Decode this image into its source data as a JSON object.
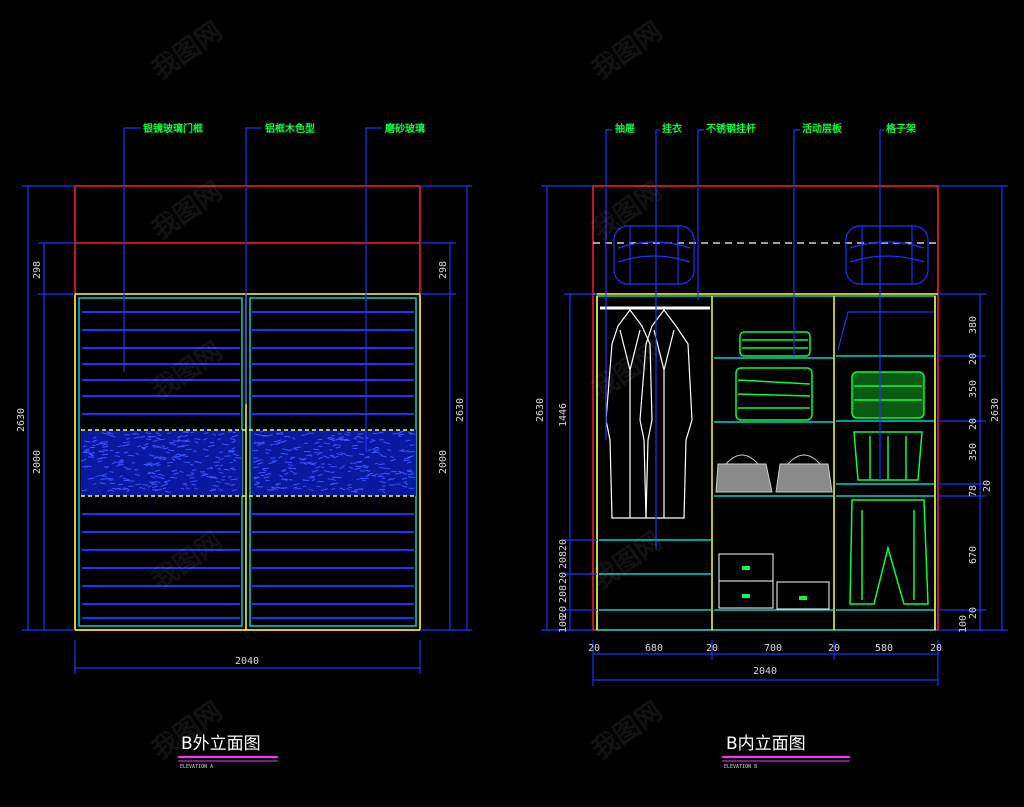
{
  "drawings": {
    "left": {
      "title": "B外立面图",
      "subtitle": "ELEVATION A",
      "callouts": [
        "银镜玻璃门框",
        "铝框木色型",
        "磨砂玻璃"
      ],
      "dims": {
        "overall_h": "2630",
        "top_h_left": "298",
        "door_h_left": "2000",
        "top_h_right": "298",
        "door_h_right": "2000",
        "overall_h_right": "2630",
        "width": "2040"
      }
    },
    "right": {
      "title": "B内立面图",
      "subtitle": "ELEVATION B",
      "callouts": [
        "抽屉",
        "挂衣",
        "不锈钢挂杆",
        "活动层板",
        "格子架"
      ],
      "dims": {
        "overall_h": "2630",
        "hang_h": "1446",
        "d1": "20",
        "d2": "208",
        "d3": "20",
        "d4": "208",
        "d5": "20",
        "d6": "100",
        "r1": "380",
        "r2": "20",
        "r3": "350",
        "r4": "20",
        "r5": "350",
        "r6": "78",
        "r7": "20",
        "r8": "670",
        "r9": "20",
        "r10": "100",
        "r_overall": "2630",
        "w1": "20",
        "w2": "680",
        "w3": "20",
        "w4": "700",
        "w5": "20",
        "w6": "580",
        "w7": "20",
        "width": "2040"
      }
    }
  },
  "watermark": "我图网",
  "colors": {
    "background": "#000000",
    "outline_red": "#ff2020",
    "frame_yellow": "#ffff30",
    "panel_cyan": "#00d0d0",
    "dimension_blue": "#2030ff",
    "callout_green": "#00ff40",
    "grey_accessory": "#909090"
  }
}
